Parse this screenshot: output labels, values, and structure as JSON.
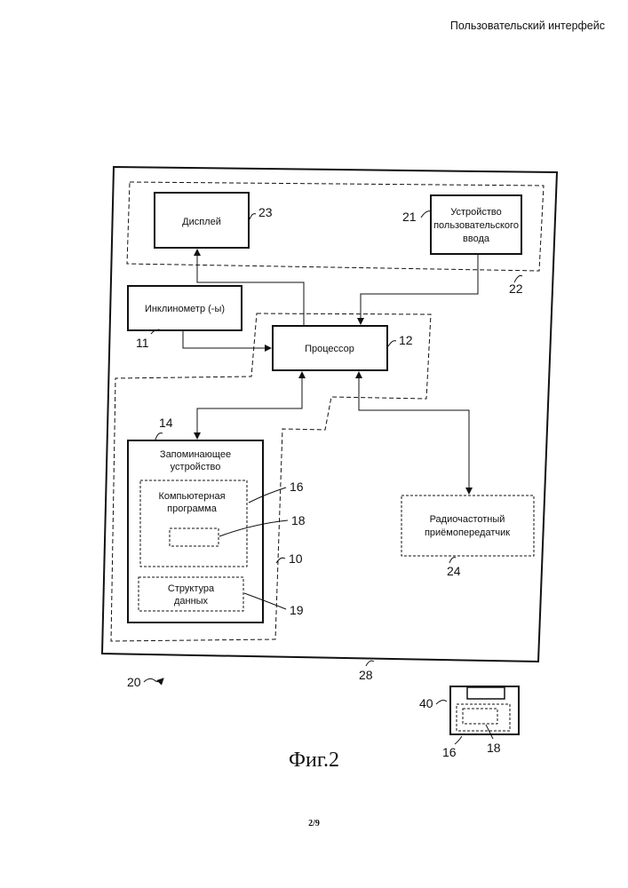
{
  "header": {
    "title": "Пользовательский интерфейс"
  },
  "blocks": {
    "display": "Дисплей",
    "user_input": [
      "Устройство",
      "пользовательского",
      "ввода"
    ],
    "inclinometer": "Инклинометр (-ы)",
    "processor": "Процессор",
    "memory": [
      "Запоминающее",
      "устройство"
    ],
    "program": [
      "Компьютерная",
      "программа"
    ],
    "data_structure": [
      "Структура",
      "данных"
    ],
    "rf": [
      "Радиочастотный",
      "приёмопередатчик"
    ]
  },
  "refs": {
    "r23": "23",
    "r21": "21",
    "r22": "22",
    "r11": "11",
    "r12": "12",
    "r14": "14",
    "r16": "16",
    "r18": "18",
    "r10": "10",
    "r19": "19",
    "r24": "24",
    "r28": "28",
    "r20": "20",
    "r40": "40",
    "r16b": "16",
    "r18b": "18"
  },
  "caption": "Фиг.2",
  "page_number": "2/9"
}
